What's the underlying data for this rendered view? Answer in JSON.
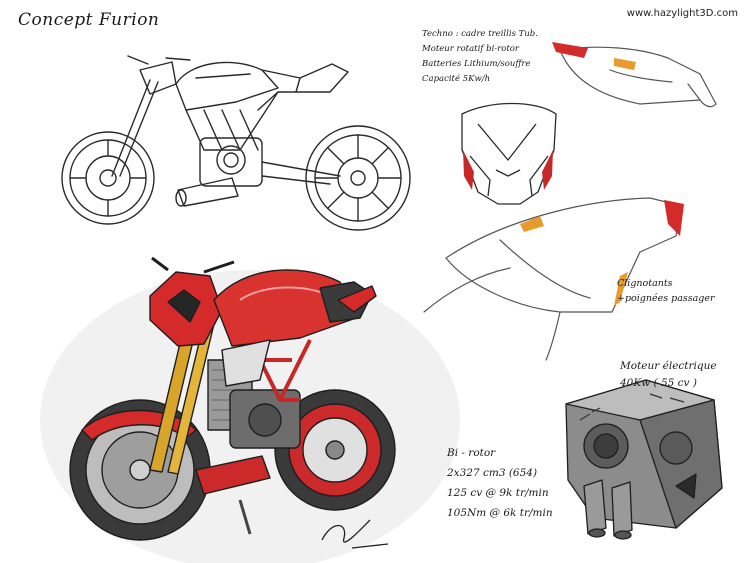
{
  "title": "Concept Furion",
  "website": "www.hazylight3D.com",
  "tech_notes": [
    "Techno : cadre treillis Tub.",
    "Moteur rotatif bi-rotor",
    "Batteries Lithium/souffre",
    "Capacité 5Kw/h"
  ],
  "clignotants_notes": [
    "Clignotants",
    "+poignées passager"
  ],
  "moteur_electrique": [
    "Moteur électrique",
    "40Kw ( 55 cv )"
  ],
  "birotor_specs": [
    "Bi - rotor",
    "2x327 cm3 (654)",
    "125 cv @ 9k tr/min",
    "105Nm @ 6k tr/min"
  ],
  "colors": {
    "accent_red": "#d42a2a",
    "accent_orange": "#e89a2c",
    "line": "#2a2a2a",
    "grey": "#8a8a8a"
  }
}
